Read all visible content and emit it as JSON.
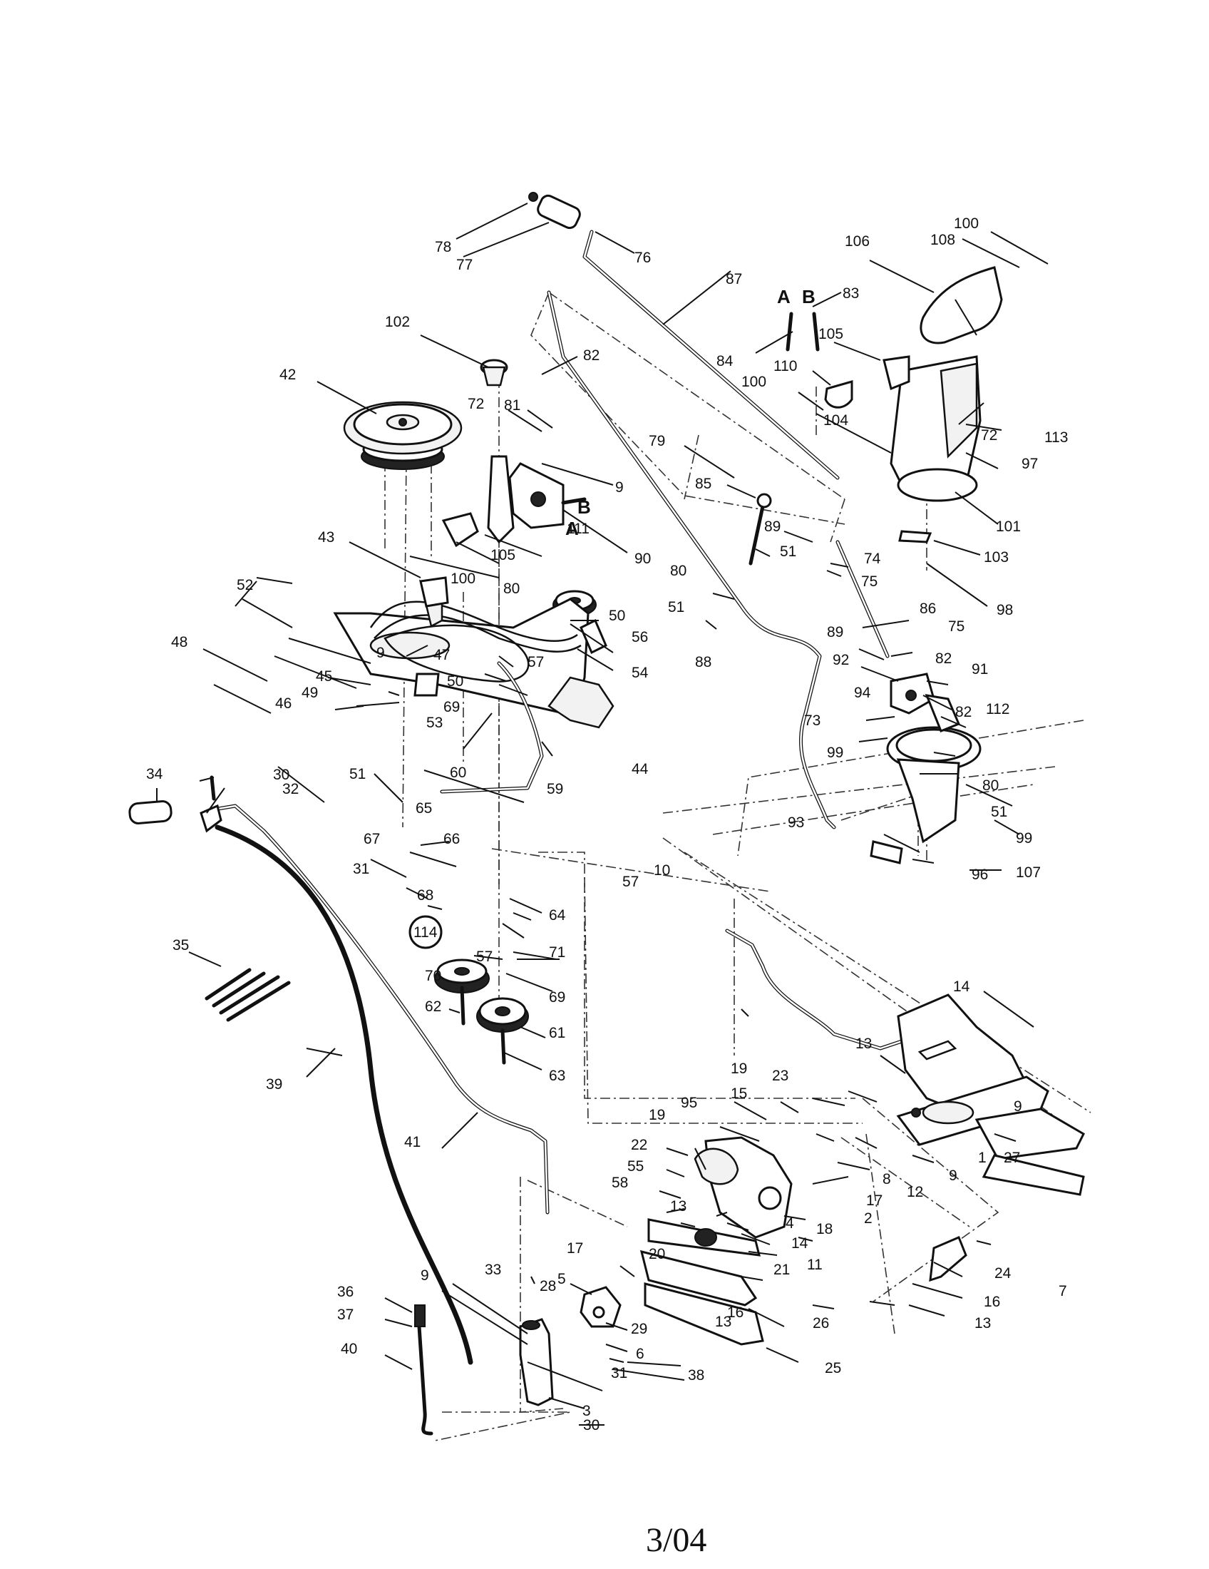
{
  "footer": "3/04",
  "colors": {
    "ink": "#111111",
    "paper": "#ffffff"
  },
  "callouts": [
    "1",
    "2",
    "3",
    "4",
    "5",
    "6",
    "7",
    "8",
    "9",
    "10",
    "11",
    "12",
    "13",
    "14",
    "15",
    "16",
    "17",
    "18",
    "19",
    "20",
    "21",
    "22",
    "23",
    "24",
    "25",
    "26",
    "27",
    "28",
    "29",
    "30",
    "31",
    "32",
    "33",
    "34",
    "35",
    "36",
    "37",
    "38",
    "39",
    "40",
    "41",
    "42",
    "43",
    "44",
    "45",
    "46",
    "47",
    "48",
    "49",
    "50",
    "51",
    "52",
    "53",
    "54",
    "55",
    "56",
    "57",
    "58",
    "59",
    "60",
    "61",
    "62",
    "63",
    "64",
    "65",
    "66",
    "67",
    "68",
    "69",
    "70",
    "71",
    "72",
    "73",
    "74",
    "75",
    "76",
    "77",
    "78",
    "79",
    "80",
    "81",
    "82",
    "83",
    "84",
    "85",
    "86",
    "87",
    "88",
    "89",
    "90",
    "91",
    "92",
    "93",
    "94",
    "95",
    "96",
    "97",
    "98",
    "99",
    "100",
    "101",
    "102",
    "103",
    "104",
    "105",
    "106",
    "107",
    "108",
    "110",
    "111",
    "112",
    "113",
    "114"
  ],
  "marks": {
    "a": "A",
    "b": "B"
  },
  "struck": "30"
}
